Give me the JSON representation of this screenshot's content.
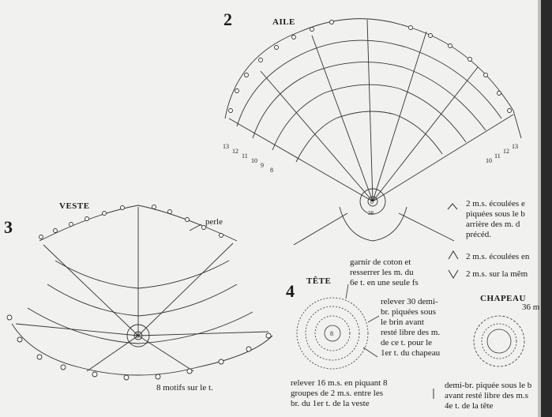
{
  "diagram_numbers": {
    "aile": "2",
    "veste": "3",
    "tete": "4"
  },
  "titles": {
    "aile": "AILE",
    "veste": "VESTE",
    "tete": "TÊTE",
    "chapeau": "CHAPEAU"
  },
  "labels": {
    "perle": "perle",
    "motifs": "8 motifs sur le t.",
    "chapeau_36": "36 m",
    "garnir": "garnir de coton et\nresserrer les m. du\n6e t. en une seule fs",
    "relever30": "relever 30 demi-\nbr. piquées sous\nle brin avant\nresté libre des m.\nde ce t. pour le\n1er t. du chapeau",
    "relever16": "relever 16 m.s. en piquant 8\ngroupes de 2 m.s. entre les\nbr. du 1er t. de la veste",
    "demi_br": "demi-br. piquée sous le b\navant resté libre des m.s\n4e t. de la tête"
  },
  "legend": [
    {
      "symbol": "^",
      "text": "2 m.s. écoulées e\npiquées sous le b\narrière des m. d\nprécéd."
    },
    {
      "symbol": "∧",
      "text": "2 m.s. écoulées en"
    },
    {
      "symbol": "∨",
      "text": "2 m.s. sur la mêm"
    }
  ],
  "row_numbers_aile_left": [
    "13",
    "12",
    "11",
    "10",
    "9",
    "8"
  ],
  "row_numbers_aile_right": [
    "13",
    "12",
    "11",
    "10"
  ],
  "center_marks": [
    "8",
    "6",
    "28"
  ]
}
